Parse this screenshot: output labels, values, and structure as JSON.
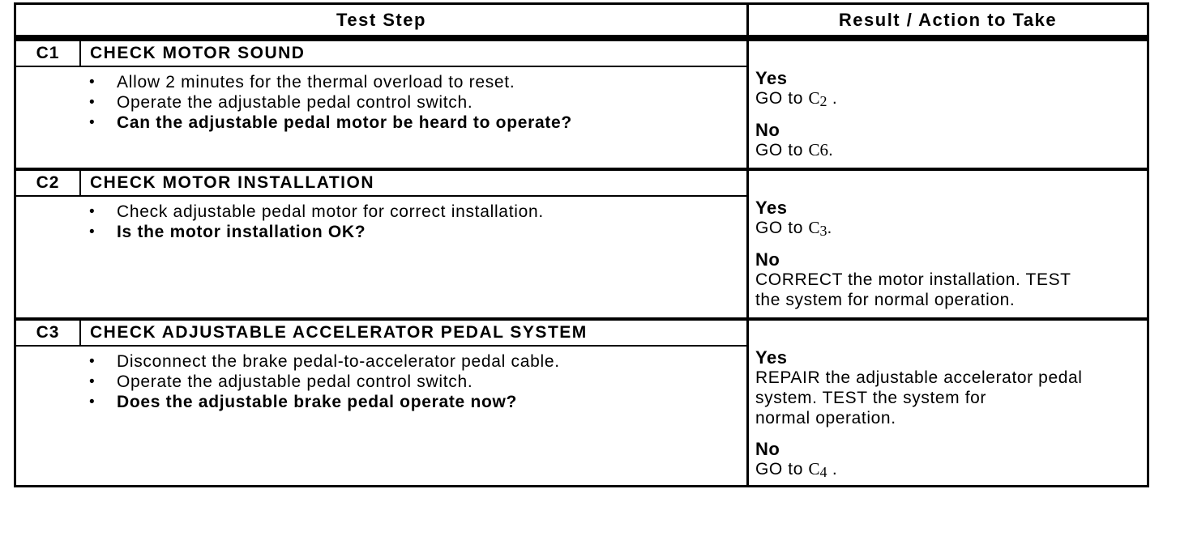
{
  "page": {
    "background": "#ffffff",
    "text_color": "#000000",
    "border_color": "#000000"
  },
  "table": {
    "bullet_marker": "•",
    "header": {
      "test_step": "Test Step",
      "result_action": "Result / Action to Take"
    },
    "sections": [
      {
        "id": "C1",
        "title": "CHECK MOTOR SOUND",
        "bullets": [
          {
            "text": "Allow 2 minutes for the thermal overload to reset.",
            "bold": false
          },
          {
            "text": "Operate the adjustable pedal control switch.",
            "bold": false
          },
          {
            "text": "Can the adjustable pedal motor be heard to operate?",
            "bold": true
          }
        ],
        "yes": {
          "label": "Yes",
          "prefix": "GO to ",
          "ref_letter": "C",
          "ref_digit": "2",
          "suffix": " ."
        },
        "no": {
          "label": "No",
          "prefix": "GO to ",
          "ref_letter": "C",
          "ref_digit": "6",
          "suffix": "."
        }
      },
      {
        "id": "C2",
        "title": "CHECK MOTOR INSTALLATION",
        "bullets": [
          {
            "text": "Check adjustable pedal motor for correct installation.",
            "bold": false
          },
          {
            "text": "Is the motor installation OK?",
            "bold": true
          }
        ],
        "yes": {
          "label": "Yes",
          "prefix": "GO to ",
          "ref_letter": "C",
          "ref_digit": "3",
          "suffix": "."
        },
        "no": {
          "label": "No",
          "lines": [
            "CORRECT the motor installation. TEST",
            "the system for normal operation."
          ]
        }
      },
      {
        "id": "C3",
        "title": "CHECK ADJUSTABLE ACCELERATOR PEDAL SYSTEM",
        "bullets": [
          {
            "text": "Disconnect the brake pedal-to-accelerator pedal cable.",
            "bold": false
          },
          {
            "text": "Operate the adjustable pedal control switch.",
            "bold": false
          },
          {
            "text": "Does the adjustable brake pedal operate now?",
            "bold": true
          }
        ],
        "yes": {
          "label": "Yes",
          "lines": [
            "REPAIR the adjustable accelerator pedal",
            "system. TEST the system for",
            "normal operation."
          ]
        },
        "no": {
          "label": "No",
          "prefix": "GO to ",
          "ref_letter": "C",
          "ref_digit": "4",
          "suffix": " ."
        }
      }
    ]
  }
}
